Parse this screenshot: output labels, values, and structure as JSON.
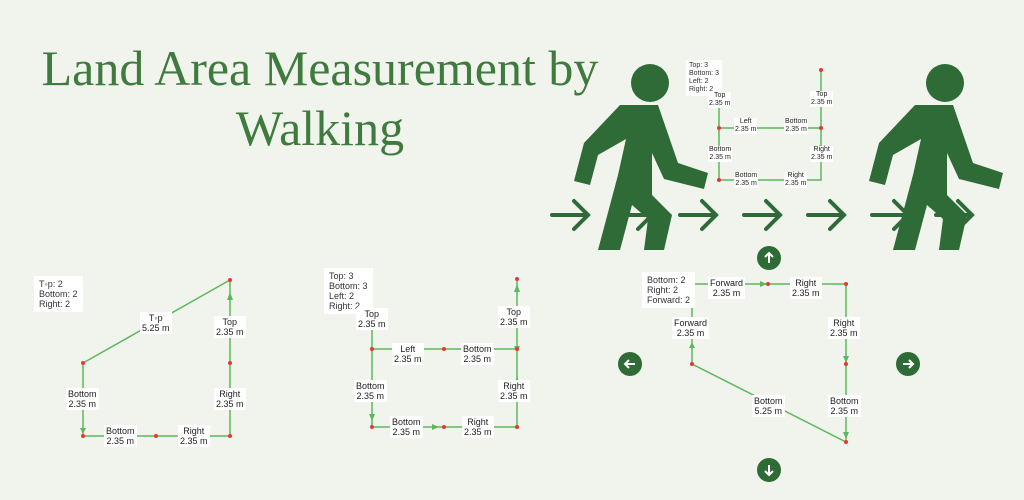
{
  "title": {
    "line1": "Land Area Measurement by",
    "line2": "Walking"
  },
  "colors": {
    "accent": "#3f7a3f",
    "path": "#5cb85c",
    "walker": "#2e6b36",
    "point": "#e53935",
    "background": "#f1f4ec"
  },
  "icons": [
    "walking-person-icon",
    "arrow-right-icon",
    "arrow-up-icon",
    "arrow-left-icon",
    "arrow-down-icon"
  ],
  "panel_small": {
    "summary": [
      "Top: 3",
      "Bottom: 3",
      "Left: 2",
      "Right: 2"
    ],
    "labels": [
      {
        "name": "Top",
        "value": "2.35 m"
      },
      {
        "name": "Top",
        "value": "2.35 m"
      },
      {
        "name": "Left",
        "value": "2.35 m"
      },
      {
        "name": "Bottom",
        "value": "2.35 m"
      },
      {
        "name": "Bottom",
        "value": "2.35 m"
      },
      {
        "name": "Right",
        "value": "2.35 m"
      },
      {
        "name": "Bottom",
        "value": "2.35 m"
      },
      {
        "name": "Right",
        "value": "2.35 m"
      }
    ]
  },
  "panel_1": {
    "summary": [
      "T◦p: 2",
      "Bottom: 2",
      "Right: 2"
    ],
    "labels": [
      {
        "name": "T◦p",
        "value": "5.25 m"
      },
      {
        "name": "Top",
        "value": "2.35 m"
      },
      {
        "name": "Bottom",
        "value": "2.35 m"
      },
      {
        "name": "Right",
        "value": "2.35 m"
      },
      {
        "name": "Bottom",
        "value": "2.35 m"
      },
      {
        "name": "Right",
        "value": "2.35 m"
      }
    ]
  },
  "panel_2": {
    "summary": [
      "Top: 3",
      "Bottom: 3",
      "Left: 2",
      "Right: 2"
    ],
    "labels": [
      {
        "name": "Top",
        "value": "2.35 m"
      },
      {
        "name": "Left",
        "value": "2.35 m"
      },
      {
        "name": "Bottom",
        "value": "2.35 m"
      },
      {
        "name": "Top",
        "value": "2.35 m"
      },
      {
        "name": "Bottom",
        "value": "2.35 m"
      },
      {
        "name": "Right",
        "value": "2.35 m"
      },
      {
        "name": "Bottom",
        "value": "2.35 m"
      },
      {
        "name": "Right",
        "value": "2.35 m"
      }
    ]
  },
  "panel_3": {
    "summary": [
      "Bottom: 2",
      "Right: 2",
      "Forward: 2"
    ],
    "labels": [
      {
        "name": "Forward",
        "value": "2.35 m"
      },
      {
        "name": "Right",
        "value": "2.35 m"
      },
      {
        "name": "Forward",
        "value": "2.35 m"
      },
      {
        "name": "Right",
        "value": "2.35 m"
      },
      {
        "name": "Bottom",
        "value": "5.25 m"
      },
      {
        "name": "Bottom",
        "value": "2.35 m"
      }
    ]
  }
}
